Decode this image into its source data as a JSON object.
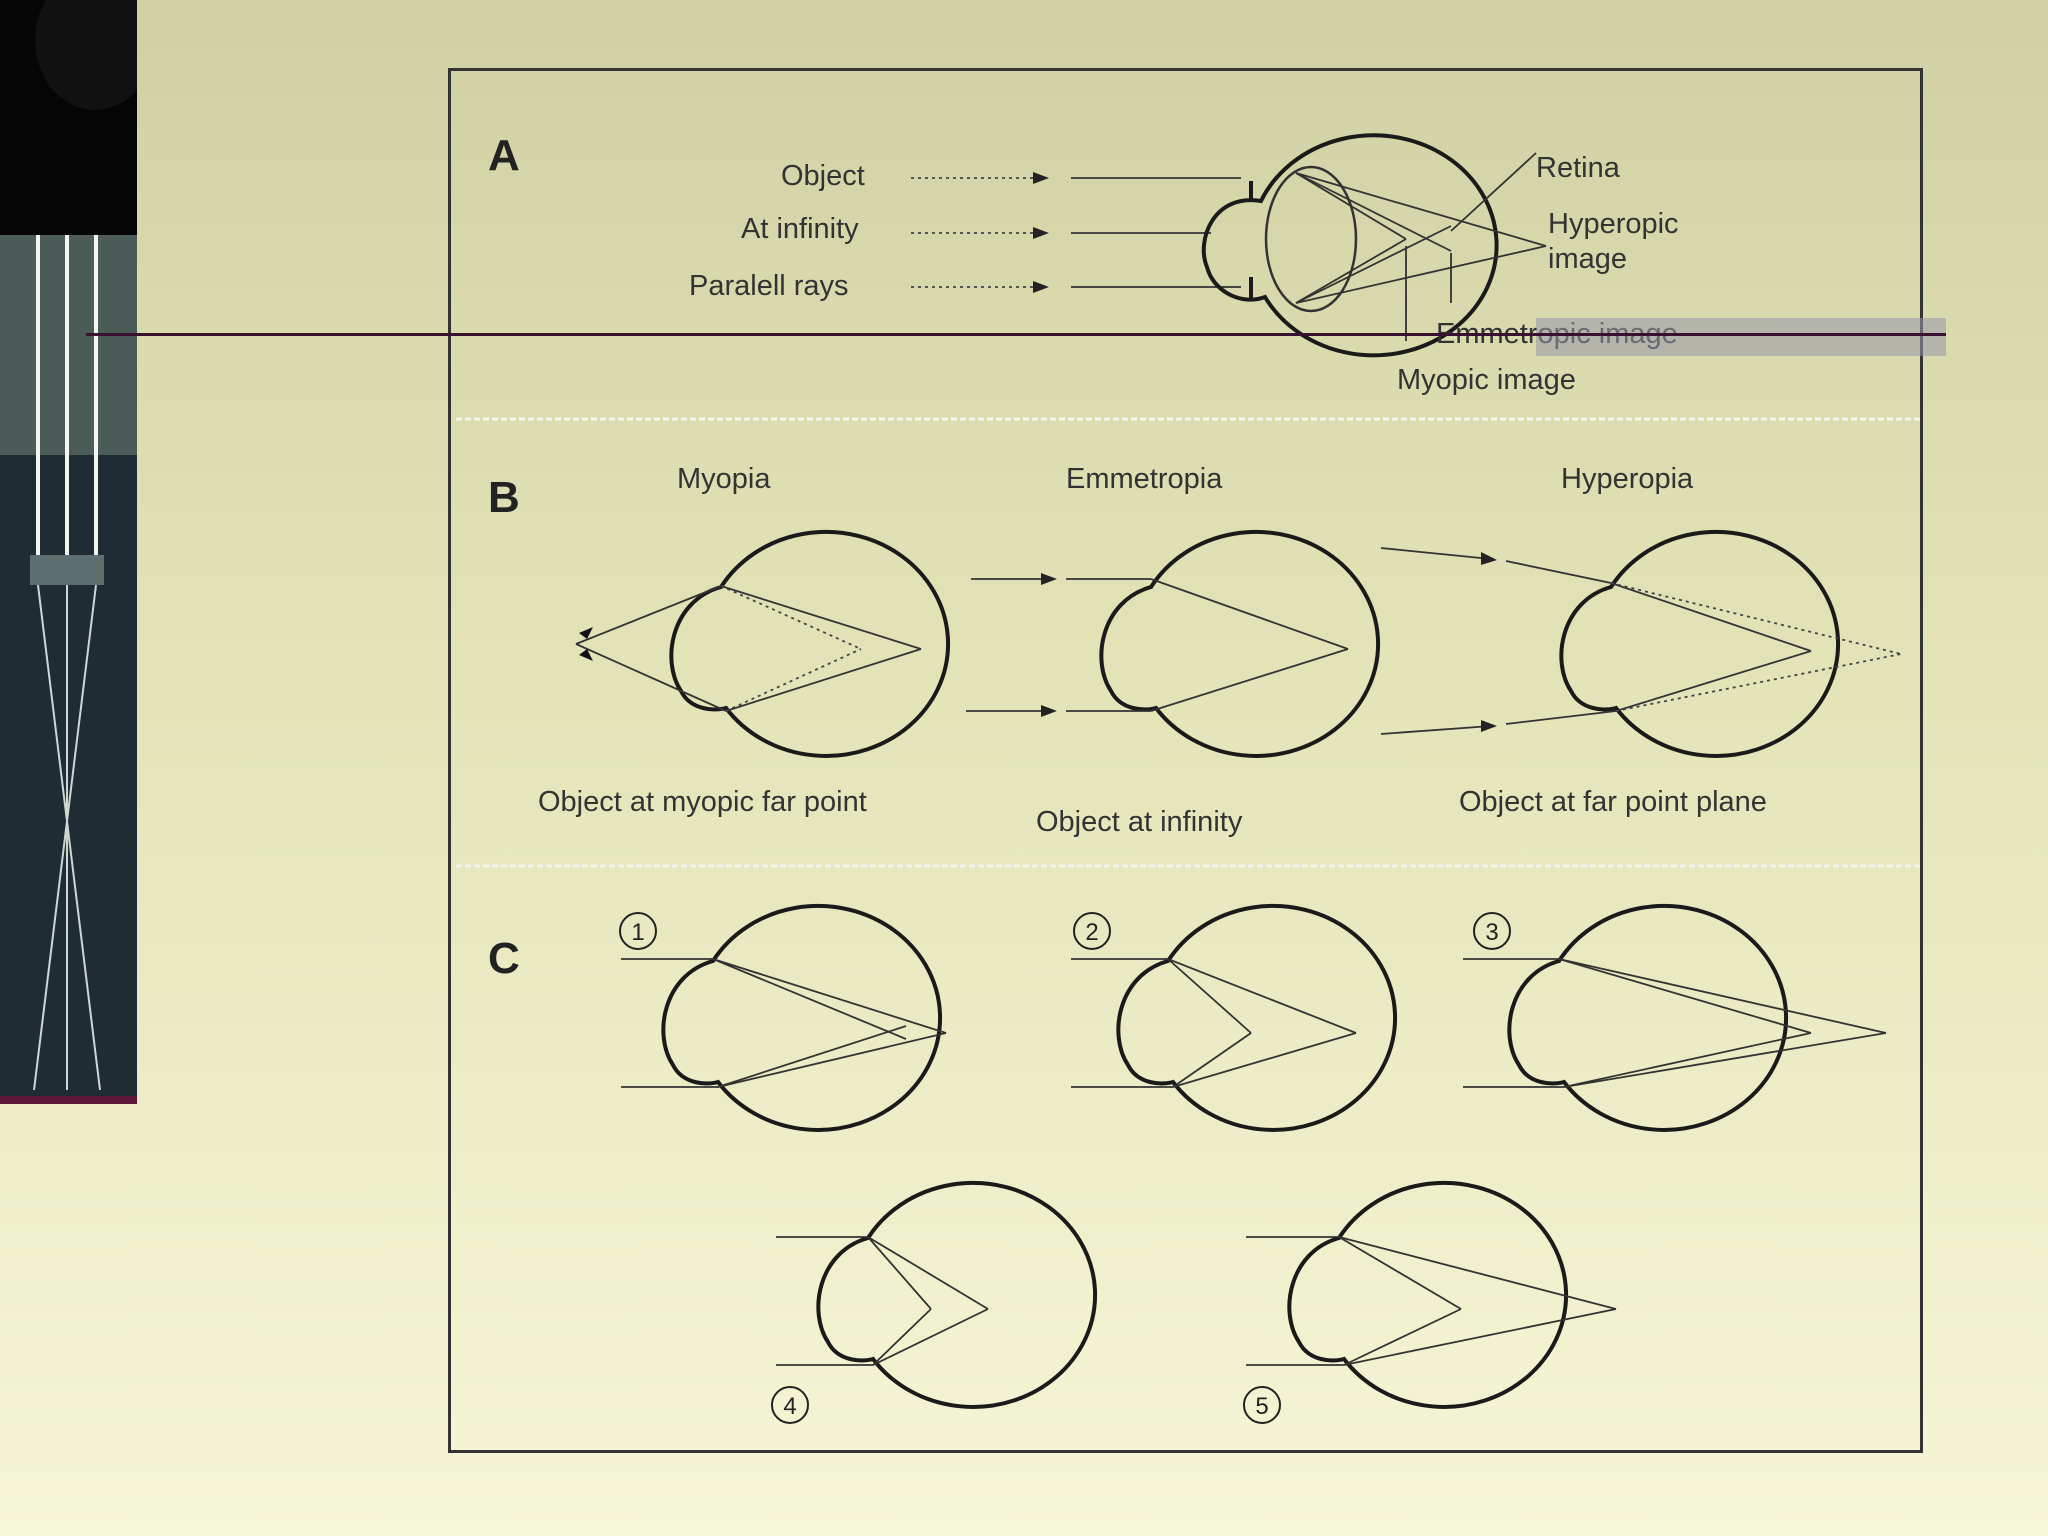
{
  "panels": {
    "a": {
      "letter": "A",
      "object_label": "Object",
      "infinity_label": "At infinity",
      "rays_label": "Paralell rays",
      "retina_label": "Retina",
      "hyperopic_label_1": "Hyperopic",
      "hyperopic_label_2": "image",
      "emmetropic_label": "Emmetropic image",
      "myopic_label": "Myopic image"
    },
    "b": {
      "letter": "B",
      "myopia_title": "Myopia",
      "emmetropia_title": "Emmetropia",
      "hyperopia_title": "Hyperopia",
      "myopia_caption": "Object at myopic far point",
      "emmetropia_caption": "Object at infinity",
      "hyperopia_caption": "Object at far point plane"
    },
    "c": {
      "letter": "C",
      "numbers": [
        "1",
        "2",
        "3",
        "4",
        "5"
      ]
    }
  },
  "colors": {
    "background_top": "#cfd0a3",
    "background_bottom": "#f6f6d8",
    "line": "#3a1030",
    "photo_border": "#5b1736"
  }
}
